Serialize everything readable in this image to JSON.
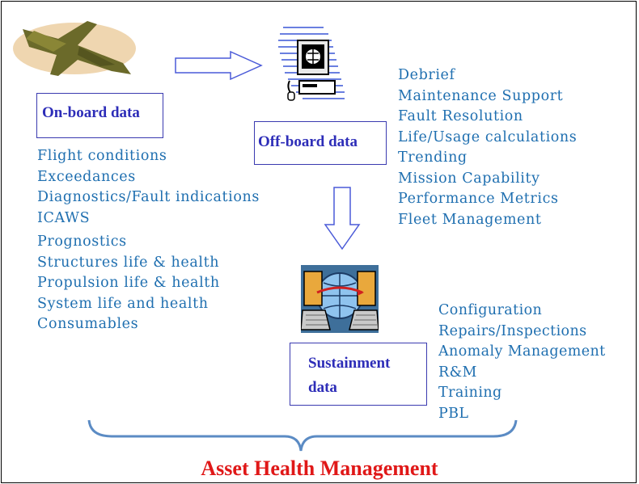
{
  "onboard": {
    "title": "On-board data",
    "items": [
      "Flight conditions",
      "Exceedances",
      "Diagnostics/Fault indications",
      "ICAWS",
      "Prognostics",
      "Structures life & health",
      "Propulsion life & health",
      "System life and health",
      "Consumables"
    ]
  },
  "offboard": {
    "title": "Off-board data",
    "items": [
      "Debrief",
      "Maintenance Support",
      "Fault Resolution",
      "Life/Usage calculations",
      "Trending",
      "Mission Capability",
      "Performance Metrics",
      "Fleet Management"
    ]
  },
  "sustainment": {
    "title_line1": "Sustainment",
    "title_line2": "data",
    "items": [
      "Configuration",
      "Repairs/Inspections",
      "Anomaly Management",
      "R&M",
      "Training",
      "PBL"
    ]
  },
  "footer": {
    "title": "Asset Health Management"
  },
  "colors": {
    "box_text": "#2d2db8",
    "list_text": "#1f6fb0",
    "title": "#e01818",
    "arrow": "#4a5ad8",
    "brace": "#5b8bc4"
  },
  "icons": [
    "aircraft-icon",
    "computer-terminal-icon",
    "network-computers-icon"
  ]
}
